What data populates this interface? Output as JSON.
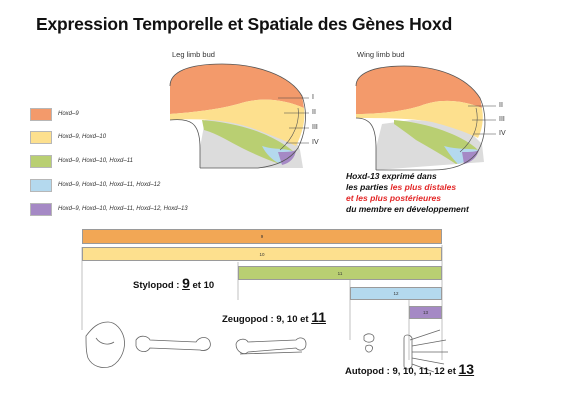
{
  "title": "Expression Temporelle et Spatiale des Gènes Hoxd",
  "leg_bud_title": "Leg limb bud",
  "wing_bud_title": "Wing limb bud",
  "leg_digits": [
    "I",
    "II",
    "III",
    "IV"
  ],
  "wing_digits": [
    "II",
    "III",
    "IV"
  ],
  "legend": [
    {
      "label": "Hoxd–9",
      "color": "#f39a6b"
    },
    {
      "label": "Hoxd–9, Hoxd–10",
      "color": "#fde08e"
    },
    {
      "label": "Hoxd–9, Hoxd–10, Hoxd–11",
      "color": "#b9cf72"
    },
    {
      "label": "Hoxd–9, Hoxd–10, Hoxd–11, Hoxd–12",
      "color": "#b4d9ee"
    },
    {
      "label": "Hoxd–9, Hoxd–10, Hoxd–11, Hoxd–12, Hoxd–13",
      "color": "#a589c5"
    }
  ],
  "note": {
    "line1": "Hoxd-13 exprimé dans",
    "line2_a": "les parties ",
    "line2_b": "les plus distales",
    "line3": "et les plus postérieures",
    "line4": "du membre en développement"
  },
  "bars": [
    {
      "label": "9",
      "color": "#f2a755"
    },
    {
      "label": "10",
      "color": "#fde08e"
    },
    {
      "label": "11",
      "color": "#b9cf72"
    },
    {
      "label": "12",
      "color": "#b4d9ee"
    },
    {
      "label": "13",
      "color": "#a589c5"
    }
  ],
  "segments": {
    "stylopod": {
      "text": "Stylopod : ",
      "num": "9",
      "rest": " et 10"
    },
    "zeugopod": {
      "text": "Zeugopod : 9, 10 et ",
      "num": "11"
    },
    "autopod": {
      "text": "Autopod : 9, 10, 11, 12 et ",
      "num": "13"
    }
  }
}
